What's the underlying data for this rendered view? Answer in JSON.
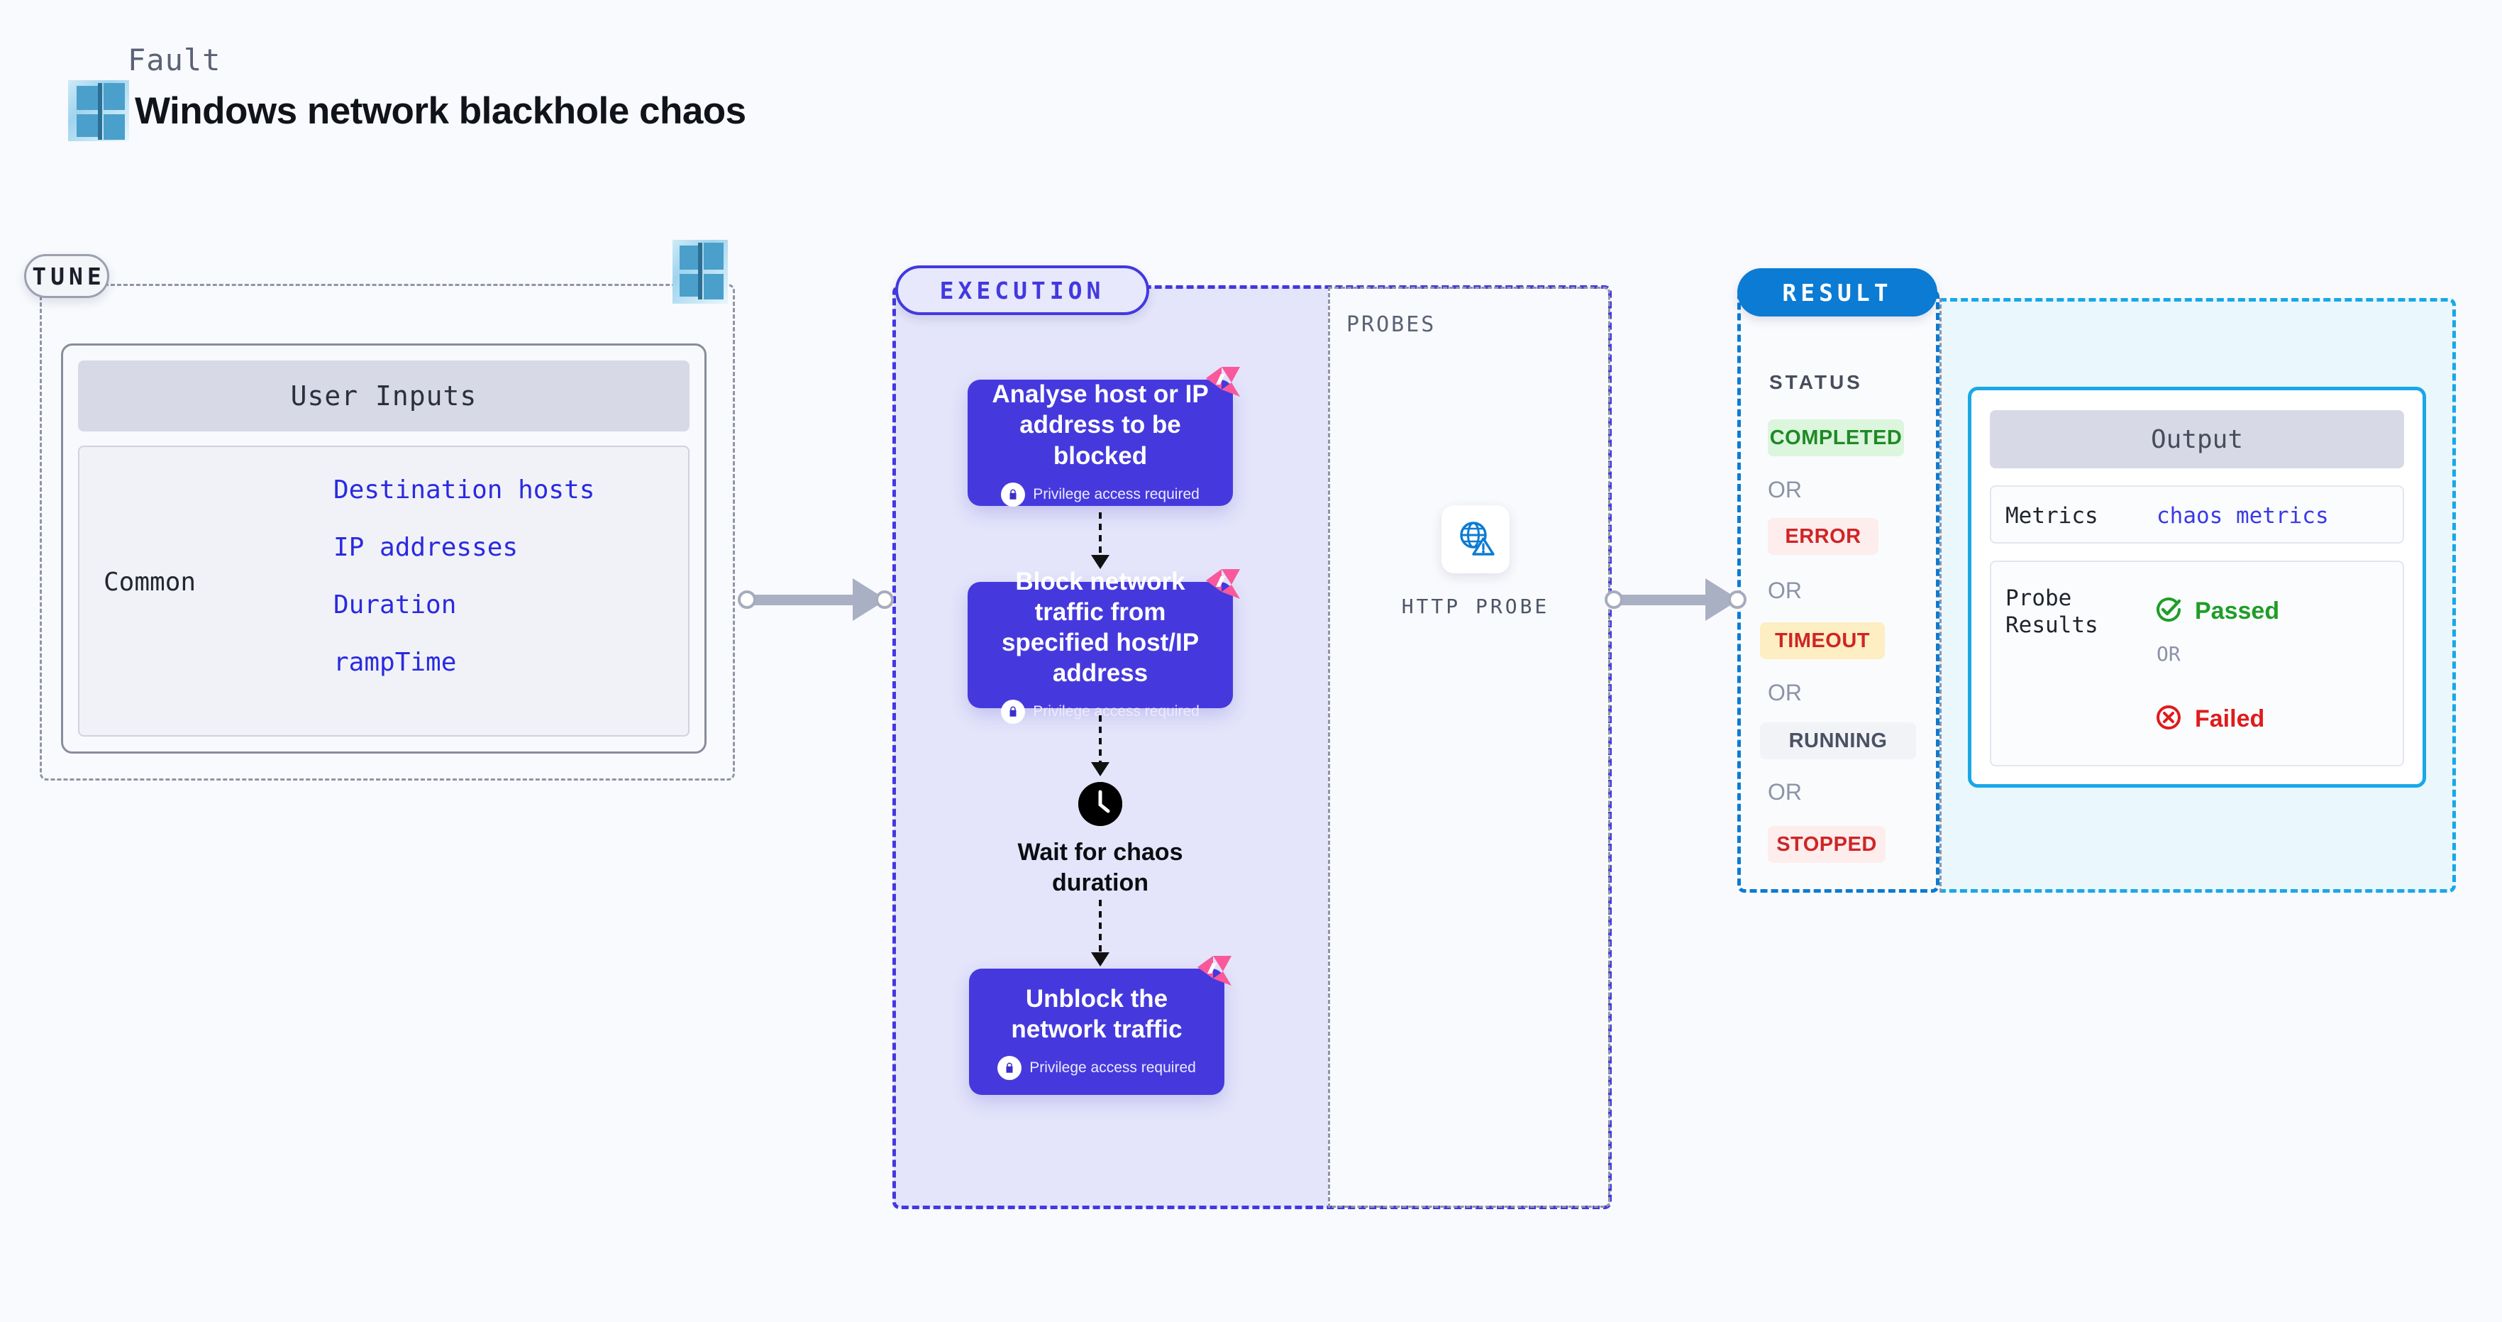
{
  "header": {
    "kicker": "Fault",
    "title": "Windows network blackhole chaos",
    "logo_icon": "windows-logo-icon"
  },
  "tune": {
    "pill_label": "TUNE",
    "badge_icon": "windows-logo-icon",
    "card_title": "User Inputs",
    "group_label": "Common",
    "params": [
      "Destination hosts",
      "IP addresses",
      "Duration",
      "rampTime"
    ]
  },
  "execution": {
    "pill_label": "EXECUTION",
    "steps": [
      {
        "title": "Analyse host or IP address to be blocked",
        "note": "Privilege access required",
        "note_icon": "lock-icon",
        "badge_icon": "litmus-logo-icon"
      },
      {
        "title": "Block network traffic from specified host/IP address",
        "note": "Privilege access required",
        "note_icon": "lock-icon",
        "badge_icon": "litmus-logo-icon"
      },
      {
        "title": "Unblock the network traffic",
        "note": "Privilege access required",
        "note_icon": "lock-icon",
        "badge_icon": "litmus-logo-icon"
      }
    ],
    "wait": {
      "label": "Wait for chaos duration",
      "icon": "clock-icon"
    }
  },
  "probes": {
    "section_label": "PROBES",
    "items": [
      {
        "name": "HTTP PROBE",
        "icon": "globe-warning-icon"
      }
    ]
  },
  "result": {
    "pill_label": "RESULT",
    "status_label": "STATUS",
    "or_label": "OR",
    "statuses": [
      {
        "label": "COMPLETED",
        "text_color": "#1f8a26",
        "bg_color": "#dcf5dd"
      },
      {
        "label": "ERROR",
        "text_color": "#cf2525",
        "bg_color": "#fdeded"
      },
      {
        "label": "TIMEOUT",
        "text_color": "#cf2525",
        "bg_color": "#fdeec3"
      },
      {
        "label": "RUNNING",
        "text_color": "#4a5164",
        "bg_color": "#f2f3f7"
      },
      {
        "label": "STOPPED",
        "text_color": "#cf2525",
        "bg_color": "#fdeded"
      }
    ],
    "output": {
      "title": "Output",
      "metrics_key": "Metrics",
      "metrics_value": "chaos metrics",
      "probe_results_key": "Probe Results",
      "passed_label": "Passed",
      "passed_icon": "check-circle-icon",
      "failed_label": "Failed",
      "failed_icon": "x-circle-icon",
      "or_label": "OR"
    }
  },
  "colors": {
    "background": "#f9fafd",
    "execution_accent": "#4338e0",
    "execution_fill": "#e4e5fa",
    "step_card": "#4539dd",
    "result_accent": "#0b7bd4",
    "output_accent": "#1aa7e8",
    "param_text": "#2a2ae0",
    "litmus_pink": "#f9589b",
    "connector": "#aab0c4"
  },
  "connectors": [
    {
      "name": "tune-to-execution"
    },
    {
      "name": "probes-to-result"
    }
  ]
}
